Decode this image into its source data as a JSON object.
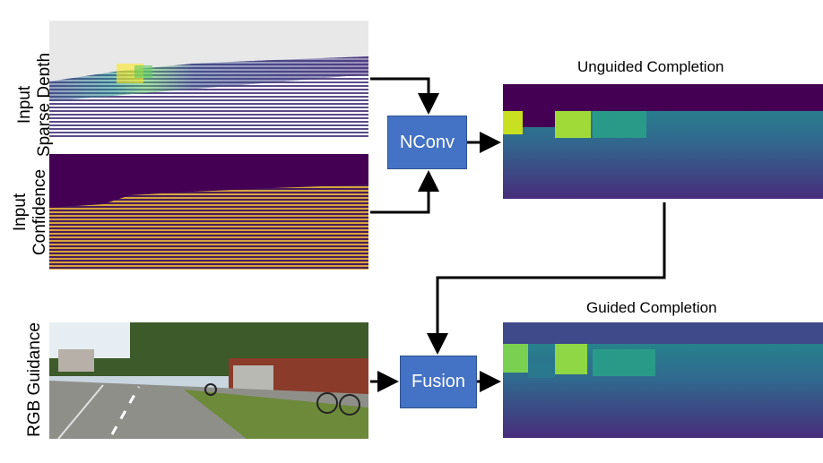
{
  "labels": {
    "input_sparse_line1": "Input",
    "input_sparse_line2": "Sparse Depth",
    "input_conf_line1": "Input",
    "input_conf_line2": "Confidence",
    "rgb": "RGB Guidance"
  },
  "blocks": {
    "nconv": "NConv",
    "fusion": "Fusion"
  },
  "titles": {
    "unguided": "Unguided Completion",
    "guided": "Guided Completion"
  },
  "colors": {
    "block_fill": "#4472c4",
    "viridis_dark": "#440154",
    "viridis_blue": "#3b528b",
    "viridis_teal": "#21918c",
    "viridis_green": "#5ec962",
    "viridis_yellow": "#fde725"
  }
}
